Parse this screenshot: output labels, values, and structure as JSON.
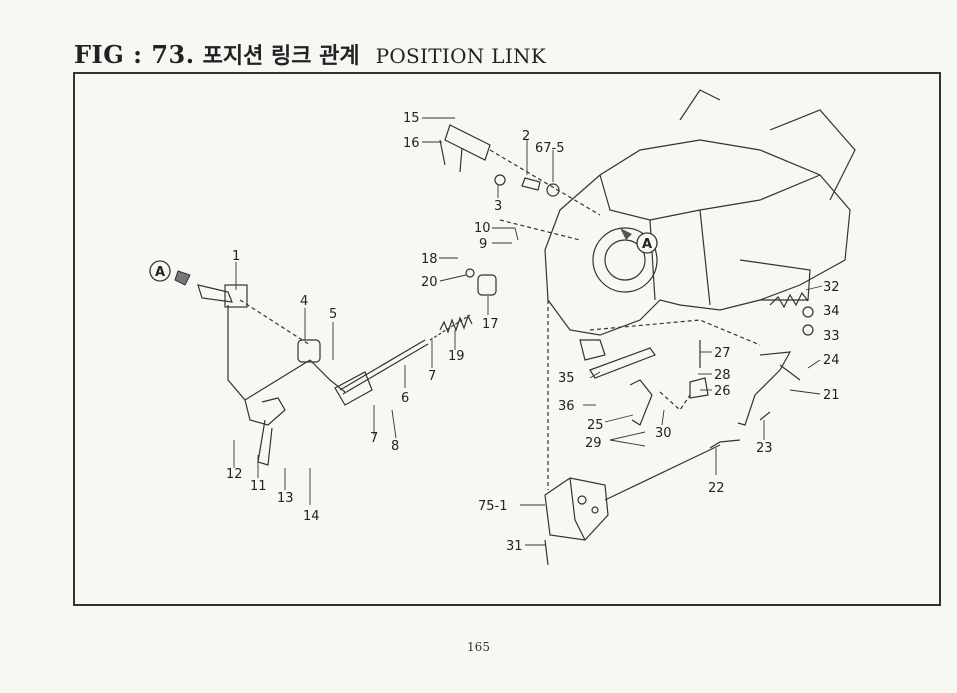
{
  "header": {
    "fig": "FIG : 73.",
    "title_ko": "포지션 링크 관계",
    "title_en": "POSITION LINK"
  },
  "callouts": {
    "c1": "1",
    "c2": "2",
    "c3": "3",
    "c4": "4",
    "c5": "5",
    "c6": "6",
    "c7a": "7",
    "c7b": "7",
    "c8": "8",
    "c9": "9",
    "c10": "10",
    "c11": "11",
    "c12": "12",
    "c13": "13",
    "c14": "14",
    "c15": "15",
    "c16": "16",
    "c17": "17",
    "c18": "18",
    "c19": "19",
    "c20": "20",
    "c21": "21",
    "c22": "22",
    "c23": "23",
    "c24": "24",
    "c25": "25",
    "c26": "26",
    "c27": "27",
    "c28": "28",
    "c29": "29",
    "c30": "30",
    "c31": "31",
    "c32": "32",
    "c33": "33",
    "c34": "34",
    "c35": "35",
    "c36": "36",
    "c67_5": "67-5",
    "c75_1": "75-1"
  },
  "markers": {
    "ref_a_left": "A",
    "ref_a_right": "A"
  },
  "footer": {
    "page": "165"
  }
}
